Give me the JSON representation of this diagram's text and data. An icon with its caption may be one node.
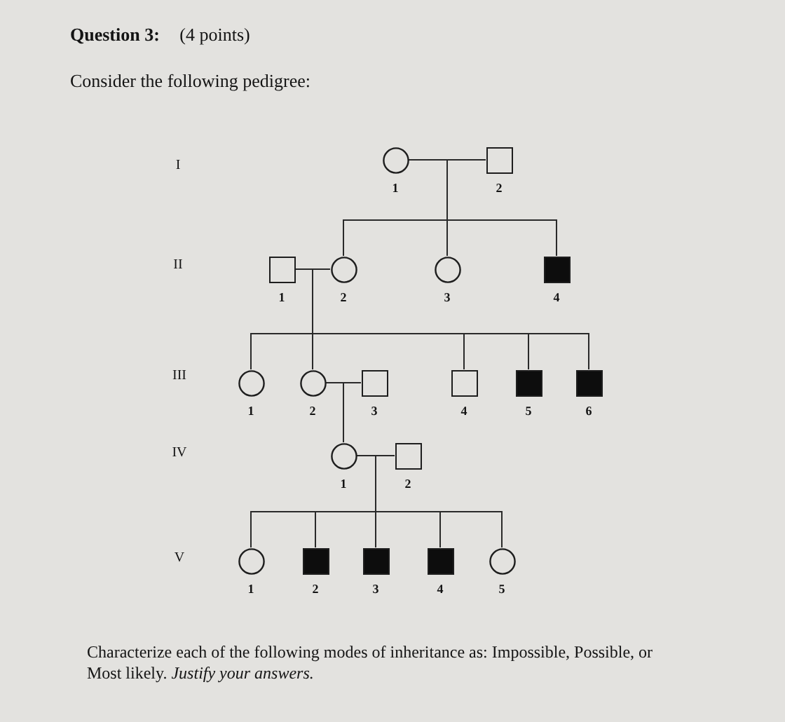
{
  "diagram": {
    "title": "**Question 3:** (4 points)",
    "nodes": [
      {
        "text": [],
        "shape": "circle",
        "beside": [
          "1"
        ]
      },
      {
        "text": [],
        "shape": "box",
        "beside": [
          "2"
        ]
      },
      {
        "text": [],
        "shape": "box",
        "beside": [
          "1"
        ]
      },
      {
        "text": [],
        "shape": "circle",
        "beside": [
          "2"
        ]
      },
      {
        "text": [],
        "shape": "circle",
        "beside": [
          "3"
        ]
      },
      {
        "text": [],
        "shape": "filled-box",
        "beside": [
          "4"
        ]
      },
      {
        "text": [],
        "shape": "circle",
        "beside": [
          "1"
        ]
      },
      {
        "text": [],
        "shape": "circle",
        "beside": [
          "2"
        ]
      },
      {
        "text": [],
        "shape": "box",
        "beside": [
          "3"
        ]
      },
      {
        "text": [],
        "shape": "box",
        "beside": [
          "4"
        ]
      },
      {
        "text": [],
        "shape": "filled-box",
        "beside": [
          "5"
        ]
      },
      {
        "text": [],
        "shape": "filled-box",
        "beside": [
          "6"
        ]
      },
      {
        "text": [],
        "shape": "circle",
        "beside": [
          "1"
        ]
      },
      {
        "text": [],
        "shape": "box",
        "beside": [
          "2"
        ]
      },
      {
        "text": [],
        "shape": "circle",
        "beside": [
          "1"
        ]
      },
      {
        "text": [],
        "shape": "filled-box",
        "beside": [
          "2"
        ]
      },
      {
        "text": [],
        "shape": "filled-box",
        "beside": [
          "3"
        ]
      },
      {
        "text": [],
        "shape": "filled-box",
        "beside": [
          "4"
        ]
      },
      {
        "text": [],
        "shape": "circle",
        "beside": [
          "5"
        ]
      }
    ],
    "edges": [
      {
        "from": 0,
        "to": 1,
        "arrow": "none"
      },
      {
        "from": 0,
        "to": 3,
        "arrow": "none"
      },
      {
        "from": 1,
        "to": 3,
        "arrow": "none"
      },
      {
        "from": 0,
        "to": 4,
        "arrow": "none"
      },
      {
        "from": 1,
        "to": 4,
        "arrow": "none"
      },
      {
        "from": 0,
        "to": 5,
        "arrow": "none"
      },
      {
        "from": 1,
        "to": 5,
        "arrow": "none"
      },
      {
        "from": 2,
        "to": 3,
        "arrow": "none"
      },
      {
        "from": 2,
        "to": 6,
        "arrow": "none"
      },
      {
        "from": 3,
        "to": 6,
        "arrow": "none"
      },
      {
        "from": 2,
        "to": 7,
        "arrow": "none"
      },
      {
        "from": 3,
        "to": 7,
        "arrow": "none"
      },
      {
        "from": 2,
        "to": 9,
        "arrow": "none"
      },
      {
        "from": 3,
        "to": 9,
        "arrow": "none"
      },
      {
        "from": 2,
        "to": 10,
        "arrow": "none"
      },
      {
        "from": 3,
        "to": 10,
        "arrow": "none"
      },
      {
        "from": 2,
        "to": 11,
        "arrow": "none"
      },
      {
        "from": 3,
        "to": 11,
        "arrow": "none"
      },
      {
        "from": 7,
        "to": 8,
        "arrow": "none"
      },
      {
        "from": 7,
        "to": 12,
        "arrow": "none"
      },
      {
        "from": 8,
        "to": 12,
        "arrow": "none"
      },
      {
        "from": 12,
        "to": 13,
        "arrow": "none"
      },
      {
        "from": 12,
        "to": 14,
        "arrow": "none"
      },
      {
        "from": 13,
        "to": 14,
        "arrow": "none"
      },
      {
        "from": 12,
        "to": 15,
        "arrow": "none"
      },
      {
        "from": 13,
        "to": 15,
        "arrow": "none"
      },
      {
        "from": 12,
        "to": 16,
        "arrow": "none"
      },
      {
        "from": 13,
        "to": 16,
        "arrow": "none"
      },
      {
        "from": 12,
        "to": 17,
        "arrow": "none"
      },
      {
        "from": 13,
        "to": 17,
        "arrow": "none"
      },
      {
        "from": 12,
        "to": 18,
        "arrow": "none"
      },
      {
        "from": 13,
        "to": 18,
        "arrow": "none"
      }
    ],
    "labels": [
      "Consider the following pedigree:",
      "I",
      "II",
      "III",
      "IV",
      "V",
      "Characterize each of the following modes of inheritance as: Impossible, Possible, or Most likely. *Justify your answers.*"
    ]
  }
}
